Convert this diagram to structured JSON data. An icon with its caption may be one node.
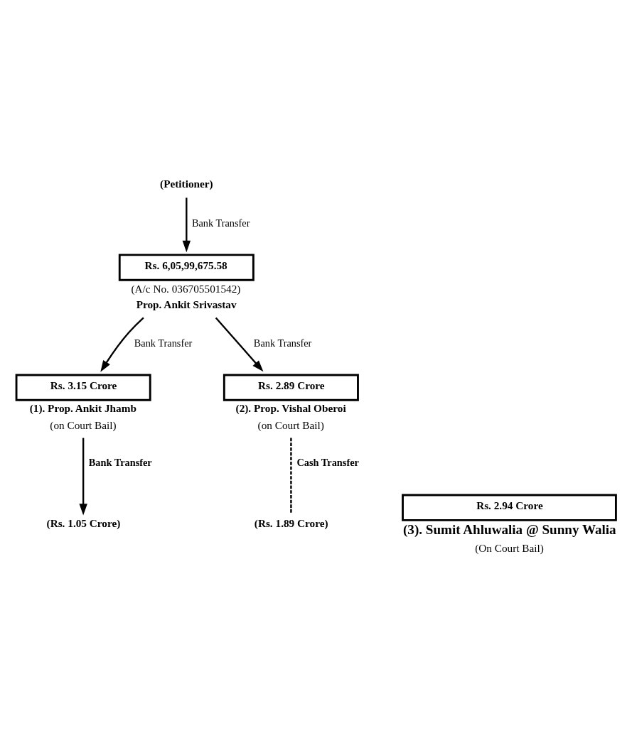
{
  "diagram": {
    "nodes": [
      {
        "text": [
          "(Petitioner)"
        ]
      },
      {
        "text": [
          "Rs. 6,05,99,675.58"
        ],
        "beside": [
          "(A/c No. 036705501542)",
          "Prop. Ankit Srivastav"
        ]
      },
      {
        "text": [
          "Rs. 3.15 Crore"
        ],
        "beside": [
          "(1). Prop. Ankit Jhamb",
          "(on Court Bail)"
        ]
      },
      {
        "text": [
          "Rs. 2.89 Crore"
        ],
        "beside": [
          "(2). Prop. Vishal Oberoi",
          "(on Court Bail)"
        ]
      },
      {
        "text": [
          "(Rs. 1.05 Crore)"
        ]
      },
      {
        "text": [
          "(Rs. 1.89 Crore)"
        ]
      },
      {
        "text": [
          "Rs. 2.94 Crore"
        ],
        "beside": [
          "(3). Sumit Ahluwalia @ Sunny Walia",
          "(On Court Bail)"
        ]
      }
    ],
    "edges": [
      {
        "from": 0,
        "to": 1,
        "arrow": "to",
        "label": "Bank Transfer"
      },
      {
        "from": 1,
        "to": 2,
        "arrow": "to",
        "label": "Bank Transfer"
      },
      {
        "from": 1,
        "to": 3,
        "arrow": "to",
        "label": "Bank Transfer"
      },
      {
        "from": 2,
        "to": 4,
        "arrow": "to",
        "label": "Bank Transfer"
      },
      {
        "from": 3,
        "to": 5,
        "arrow": "none",
        "label": "Cash Transfer",
        "style": "dashed"
      }
    ]
  }
}
